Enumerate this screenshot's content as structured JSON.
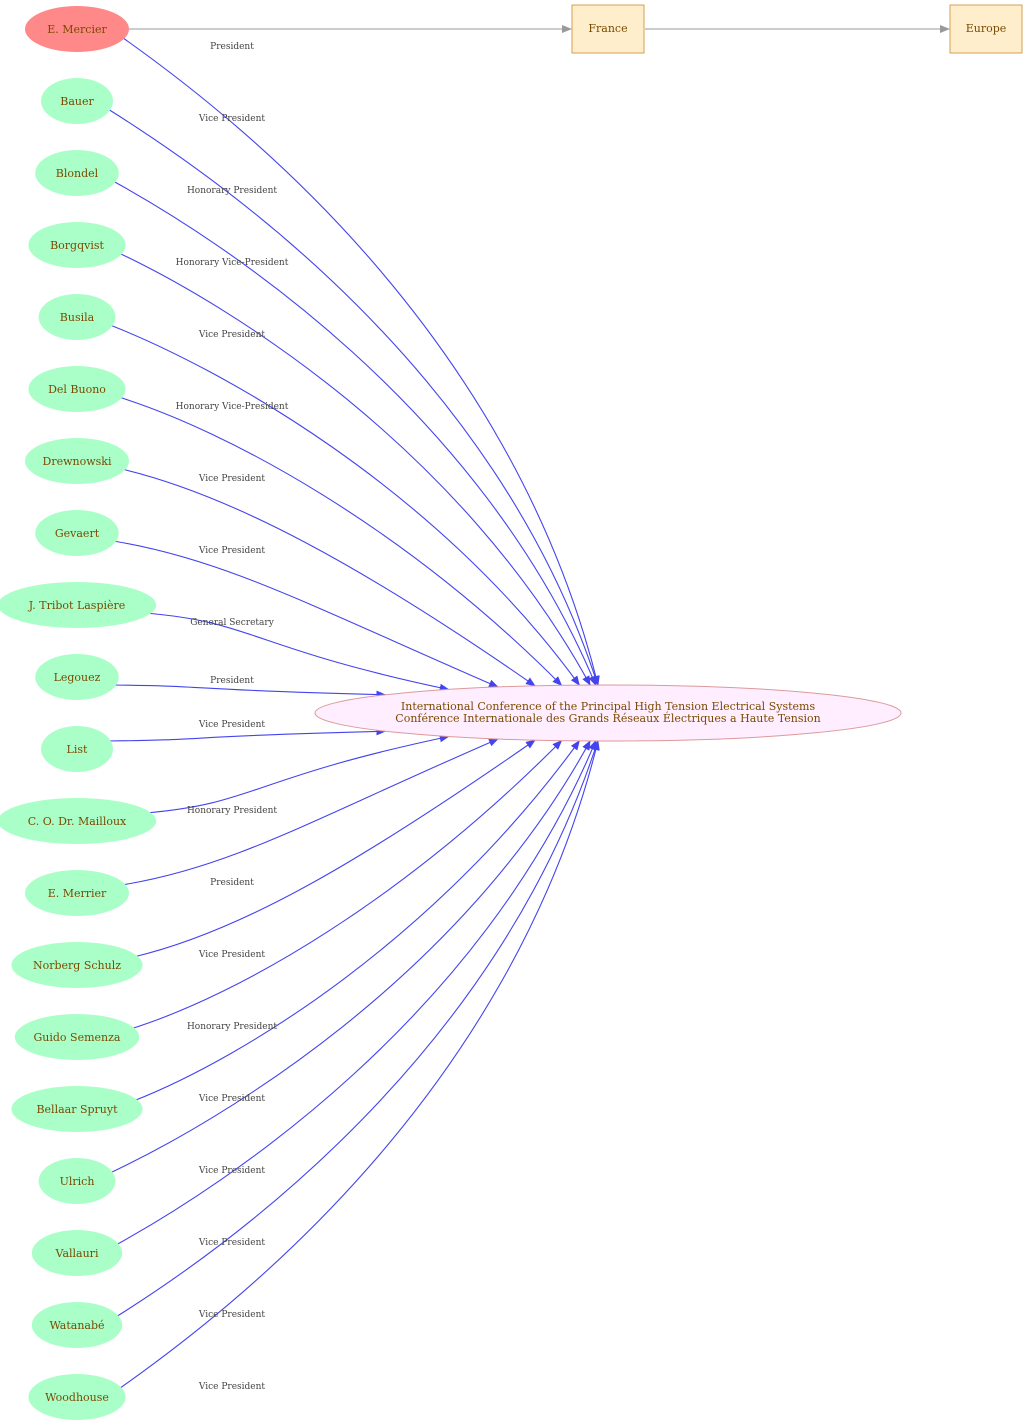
{
  "colors": {
    "person_fill": "#aaffc8",
    "highlight_fill": "#ff8888",
    "box_fill": "#ffeecc",
    "box_stroke": "#d4a050",
    "center_fill": "#ffeeff",
    "center_stroke": "#dd9999",
    "edge_color": "#4444ee",
    "grey_edge": "#999999",
    "text_color": "#7a4a00"
  },
  "top_chain": {
    "person": "E. Mercier",
    "country": "France",
    "region": "Europe"
  },
  "center_node": {
    "line1": "International Conference of the Principal High Tension Electrical Systems",
    "line2": "Conférence Internationale des Grands Réseaux Électriques a Haute Tension"
  },
  "people": [
    {
      "name": "E. Mercier",
      "role": "President",
      "highlight": true
    },
    {
      "name": "Bauer",
      "role": "Vice President"
    },
    {
      "name": "Blondel",
      "role": "Honorary President"
    },
    {
      "name": "Borgqvist",
      "role": "Honorary Vice-President"
    },
    {
      "name": "Busila",
      "role": "Vice President"
    },
    {
      "name": "Del Buono",
      "role": "Honorary Vice-President"
    },
    {
      "name": "Drewnowski",
      "role": "Vice President"
    },
    {
      "name": "Gevaert",
      "role": "Vice President"
    },
    {
      "name": "J. Tribot Laspière",
      "role": "General Secretary"
    },
    {
      "name": "Legouez",
      "role": "President"
    },
    {
      "name": "List",
      "role": "Vice President"
    },
    {
      "name": "C. O. Dr. Mailloux",
      "role": "Honorary President"
    },
    {
      "name": "E. Merrier",
      "role": "President"
    },
    {
      "name": "Norberg Schulz",
      "role": "Vice President"
    },
    {
      "name": "Guido Semenza",
      "role": "Honorary President"
    },
    {
      "name": "Bellaar Spruyt",
      "role": "Vice President"
    },
    {
      "name": "Ulrich",
      "role": "Vice President"
    },
    {
      "name": "Vallauri",
      "role": "Vice President"
    },
    {
      "name": "Watanabé",
      "role": "Vice President"
    },
    {
      "name": "Woodhouse",
      "role": "Vice President"
    }
  ]
}
